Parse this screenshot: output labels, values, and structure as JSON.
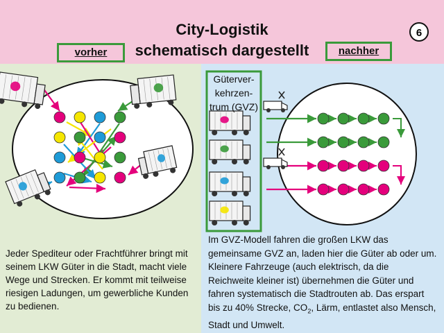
{
  "header": {
    "title_line1": "City-Logistik",
    "title_line2": "schematisch dargestellt",
    "before_label": "vorher",
    "after_label": "nachher",
    "page_number": "6"
  },
  "gvz": {
    "label": "Güterver-\nkehrzen-\ntrum (GVZ)"
  },
  "text": {
    "left": "Jeder Spediteur oder Frachtführer bringt mit seinem LKW Güter in die Stadt, macht viele Wege und Strecken. Er kommt mit teilweise riesigen Ladungen, um gewerbliche Kunden zu bedienen.",
    "right_part1": "Im GVZ-Modell fahren die großen LKW das gemeinsame GVZ an, laden hier die Güter ab oder um. Kleinere Fahrzeuge (auch elektrisch, da die Reichweite kleiner ist) übernehmen die Güter und fahren systematisch die Stadtrouten ab. Das erspart bis zu 40% Strecke, CO",
    "right_sub": "2",
    "right_part2": ", Lärm, entlastet also Mensch, Stadt und Umwelt."
  },
  "colors": {
    "magenta": "#e4007c",
    "yellow": "#f5e600",
    "cyan": "#1e9bd7",
    "green": "#3a9a3a",
    "header_pink": "#f5c6da",
    "left_green": "#e2ecd4",
    "right_blue": "#d2e6f5"
  },
  "diagram": {
    "before_grid_rows": [
      [
        "magenta",
        "yellow",
        "cyan",
        "green"
      ],
      [
        "yellow",
        "green",
        "cyan",
        "magenta"
      ],
      [
        "cyan",
        "magenta",
        "yellow",
        "green"
      ],
      [
        "cyan",
        "green",
        "yellow",
        "magenta"
      ]
    ],
    "after_grid_rows": [
      "green",
      "green",
      "magenta",
      "magenta"
    ],
    "icons": [
      "truck-icon",
      "van-icon",
      "e-van-icon"
    ]
  }
}
